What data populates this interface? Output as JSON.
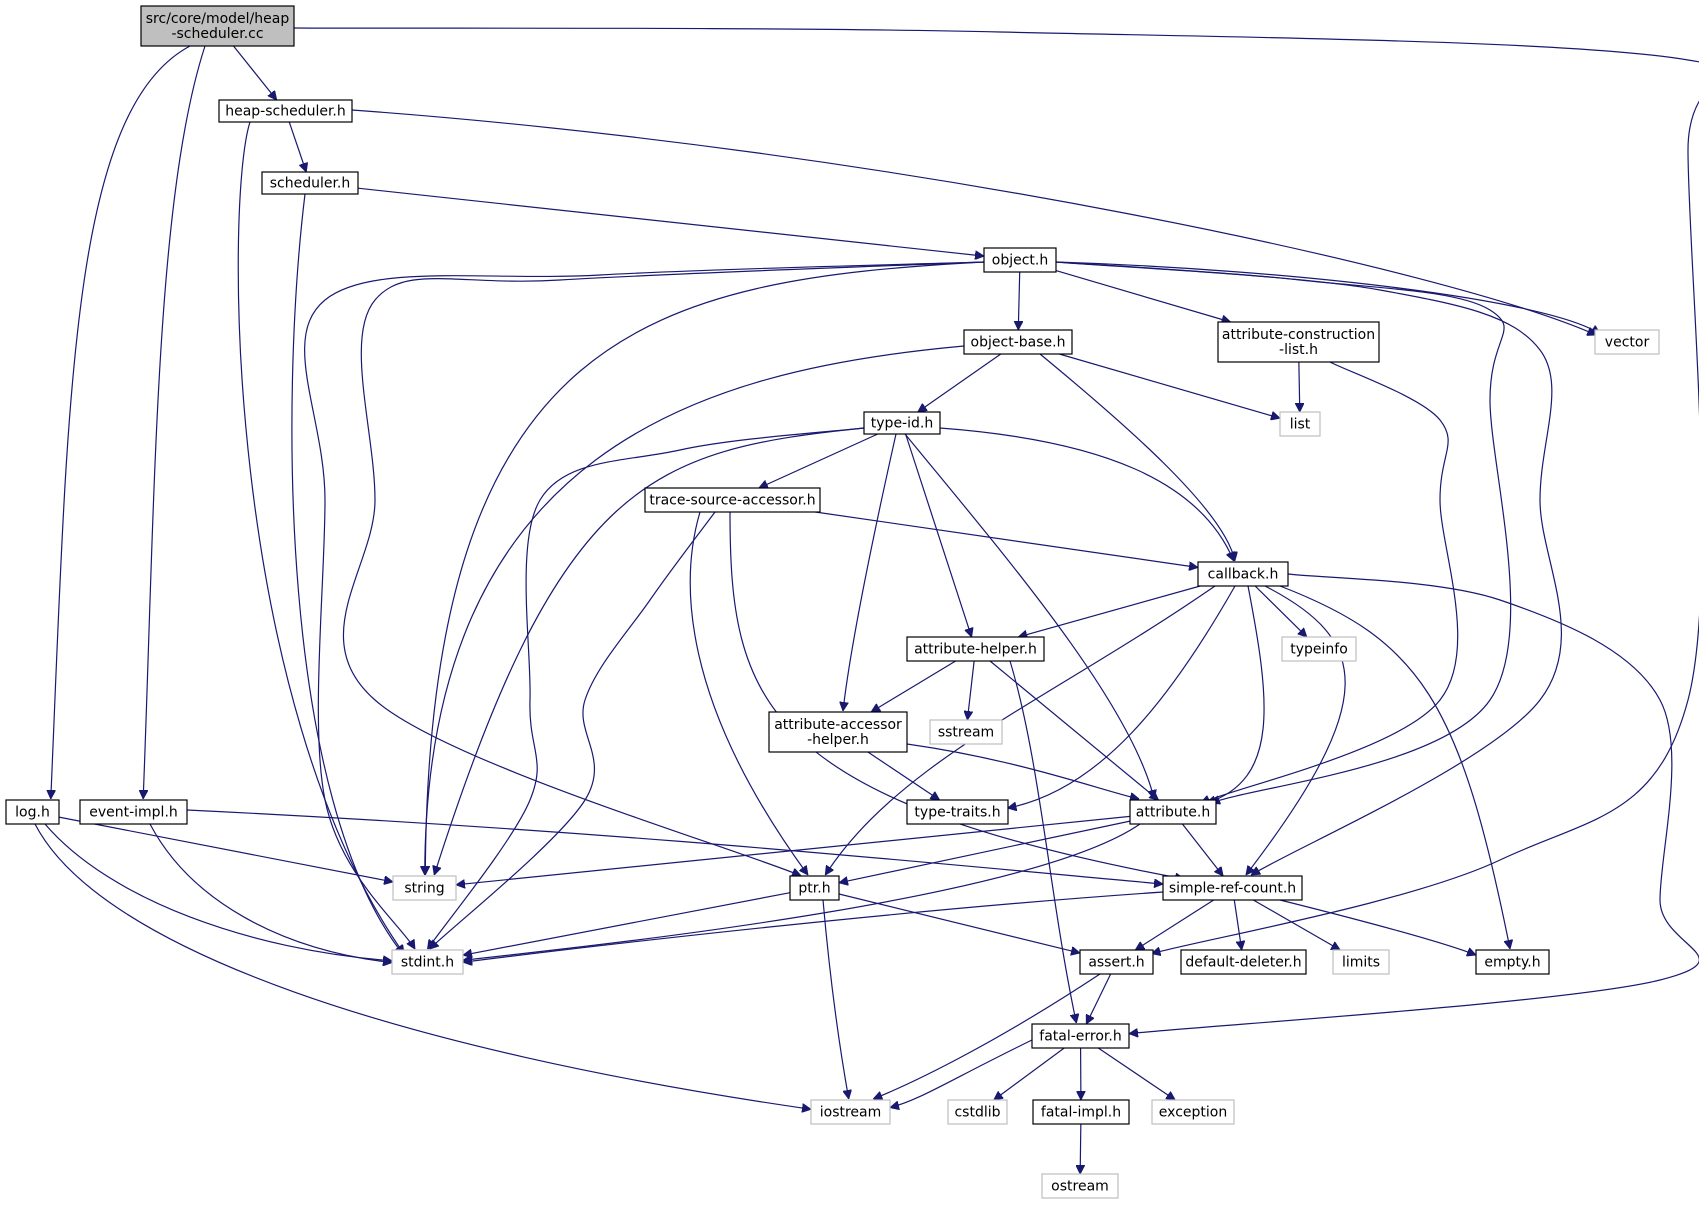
{
  "graph": {
    "title": "",
    "colors": {
      "root_fill": "#bfbfbf",
      "internal_fill": "#ffffff",
      "internal_stroke": "#000000",
      "external_stroke": "#bfbfbf",
      "edge": "#191970",
      "text": "#000000"
    },
    "nodes": [
      {
        "id": "root",
        "kind": "root",
        "lines": [
          "src/core/model/heap",
          "-scheduler.cc"
        ]
      },
      {
        "id": "heap_scheduler",
        "kind": "internal",
        "lines": [
          "heap-scheduler.h"
        ]
      },
      {
        "id": "scheduler",
        "kind": "internal",
        "lines": [
          "scheduler.h"
        ]
      },
      {
        "id": "object",
        "kind": "internal",
        "lines": [
          "object.h"
        ]
      },
      {
        "id": "object_base",
        "kind": "internal",
        "lines": [
          "object-base.h"
        ]
      },
      {
        "id": "attr_construction",
        "kind": "internal",
        "lines": [
          "attribute-construction",
          "-list.h"
        ]
      },
      {
        "id": "vector",
        "kind": "external",
        "lines": [
          "vector"
        ]
      },
      {
        "id": "list",
        "kind": "external",
        "lines": [
          "list"
        ]
      },
      {
        "id": "type_id",
        "kind": "internal",
        "lines": [
          "type-id.h"
        ]
      },
      {
        "id": "trace_source",
        "kind": "internal",
        "lines": [
          "trace-source-accessor.h"
        ]
      },
      {
        "id": "callback",
        "kind": "internal",
        "lines": [
          "callback.h"
        ]
      },
      {
        "id": "attribute_helper",
        "kind": "internal",
        "lines": [
          "attribute-helper.h"
        ]
      },
      {
        "id": "typeinfo",
        "kind": "external",
        "lines": [
          "typeinfo"
        ]
      },
      {
        "id": "sstream",
        "kind": "external",
        "lines": [
          "sstream"
        ]
      },
      {
        "id": "attr_accessor",
        "kind": "internal",
        "lines": [
          "attribute-accessor",
          "-helper.h"
        ]
      },
      {
        "id": "type_traits",
        "kind": "internal",
        "lines": [
          "type-traits.h"
        ]
      },
      {
        "id": "attribute",
        "kind": "internal",
        "lines": [
          "attribute.h"
        ]
      },
      {
        "id": "log",
        "kind": "internal",
        "lines": [
          "log.h"
        ]
      },
      {
        "id": "event_impl",
        "kind": "internal",
        "lines": [
          "event-impl.h"
        ]
      },
      {
        "id": "string",
        "kind": "external",
        "lines": [
          "string"
        ]
      },
      {
        "id": "ptr",
        "kind": "internal",
        "lines": [
          "ptr.h"
        ]
      },
      {
        "id": "simple_ref",
        "kind": "internal",
        "lines": [
          "simple-ref-count.h"
        ]
      },
      {
        "id": "stdint",
        "kind": "external",
        "lines": [
          "stdint.h"
        ]
      },
      {
        "id": "assert",
        "kind": "internal",
        "lines": [
          "assert.h"
        ]
      },
      {
        "id": "default_deleter",
        "kind": "internal",
        "lines": [
          "default-deleter.h"
        ]
      },
      {
        "id": "limits",
        "kind": "external",
        "lines": [
          "limits"
        ]
      },
      {
        "id": "empty",
        "kind": "internal",
        "lines": [
          "empty.h"
        ]
      },
      {
        "id": "fatal_error",
        "kind": "internal",
        "lines": [
          "fatal-error.h"
        ]
      },
      {
        "id": "iostream",
        "kind": "external",
        "lines": [
          "iostream"
        ]
      },
      {
        "id": "cstdlib",
        "kind": "external",
        "lines": [
          "cstdlib"
        ]
      },
      {
        "id": "fatal_impl",
        "kind": "internal",
        "lines": [
          "fatal-impl.h"
        ]
      },
      {
        "id": "exception",
        "kind": "external",
        "lines": [
          "exception"
        ]
      },
      {
        "id": "ostream",
        "kind": "external",
        "lines": [
          "ostream"
        ]
      }
    ],
    "edges": [
      {
        "from": "root",
        "to": "heap_scheduler"
      },
      {
        "from": "root",
        "to": "log"
      },
      {
        "from": "root",
        "to": "event_impl"
      },
      {
        "from": "root",
        "to": "assert"
      },
      {
        "from": "heap_scheduler",
        "to": "scheduler"
      },
      {
        "from": "heap_scheduler",
        "to": "stdint"
      },
      {
        "from": "heap_scheduler",
        "to": "vector"
      },
      {
        "from": "scheduler",
        "to": "object"
      },
      {
        "from": "scheduler",
        "to": "stdint"
      },
      {
        "from": "object",
        "to": "object_base"
      },
      {
        "from": "object",
        "to": "attr_construction"
      },
      {
        "from": "object",
        "to": "vector"
      },
      {
        "from": "object",
        "to": "string"
      },
      {
        "from": "object",
        "to": "stdint"
      },
      {
        "from": "object",
        "to": "ptr"
      },
      {
        "from": "object",
        "to": "attribute"
      },
      {
        "from": "object",
        "to": "simple_ref"
      },
      {
        "from": "object_base",
        "to": "type_id"
      },
      {
        "from": "object_base",
        "to": "list"
      },
      {
        "from": "object_base",
        "to": "callback"
      },
      {
        "from": "object_base",
        "to": "string"
      },
      {
        "from": "attr_construction",
        "to": "list"
      },
      {
        "from": "attr_construction",
        "to": "attribute"
      },
      {
        "from": "type_id",
        "to": "trace_source"
      },
      {
        "from": "type_id",
        "to": "callback"
      },
      {
        "from": "type_id",
        "to": "attribute_helper"
      },
      {
        "from": "type_id",
        "to": "attr_accessor"
      },
      {
        "from": "type_id",
        "to": "attribute"
      },
      {
        "from": "type_id",
        "to": "string"
      },
      {
        "from": "type_id",
        "to": "stdint"
      },
      {
        "from": "trace_source",
        "to": "callback"
      },
      {
        "from": "trace_source",
        "to": "ptr"
      },
      {
        "from": "trace_source",
        "to": "simple_ref"
      },
      {
        "from": "trace_source",
        "to": "stdint"
      },
      {
        "from": "callback",
        "to": "attribute_helper"
      },
      {
        "from": "callback",
        "to": "typeinfo"
      },
      {
        "from": "callback",
        "to": "type_traits"
      },
      {
        "from": "callback",
        "to": "attribute"
      },
      {
        "from": "callback",
        "to": "ptr"
      },
      {
        "from": "callback",
        "to": "simple_ref"
      },
      {
        "from": "callback",
        "to": "empty"
      },
      {
        "from": "callback",
        "to": "fatal_error"
      },
      {
        "from": "attribute_helper",
        "to": "attr_accessor"
      },
      {
        "from": "attribute_helper",
        "to": "sstream"
      },
      {
        "from": "attribute_helper",
        "to": "attribute"
      },
      {
        "from": "attribute_helper",
        "to": "fatal_error"
      },
      {
        "from": "attr_accessor",
        "to": "type_traits"
      },
      {
        "from": "attr_accessor",
        "to": "attribute"
      },
      {
        "from": "attribute",
        "to": "string"
      },
      {
        "from": "attribute",
        "to": "ptr"
      },
      {
        "from": "attribute",
        "to": "simple_ref"
      },
      {
        "from": "attribute",
        "to": "stdint"
      },
      {
        "from": "log",
        "to": "string"
      },
      {
        "from": "log",
        "to": "stdint"
      },
      {
        "from": "log",
        "to": "iostream"
      },
      {
        "from": "event_impl",
        "to": "simple_ref"
      },
      {
        "from": "event_impl",
        "to": "stdint"
      },
      {
        "from": "ptr",
        "to": "stdint"
      },
      {
        "from": "ptr",
        "to": "assert"
      },
      {
        "from": "ptr",
        "to": "iostream"
      },
      {
        "from": "simple_ref",
        "to": "stdint"
      },
      {
        "from": "simple_ref",
        "to": "assert"
      },
      {
        "from": "simple_ref",
        "to": "default_deleter"
      },
      {
        "from": "simple_ref",
        "to": "limits"
      },
      {
        "from": "simple_ref",
        "to": "empty"
      },
      {
        "from": "assert",
        "to": "fatal_error"
      },
      {
        "from": "assert",
        "to": "iostream"
      },
      {
        "from": "fatal_error",
        "to": "iostream"
      },
      {
        "from": "fatal_error",
        "to": "cstdlib"
      },
      {
        "from": "fatal_error",
        "to": "fatal_impl"
      },
      {
        "from": "fatal_error",
        "to": "exception"
      },
      {
        "from": "fatal_impl",
        "to": "ostream"
      }
    ]
  }
}
